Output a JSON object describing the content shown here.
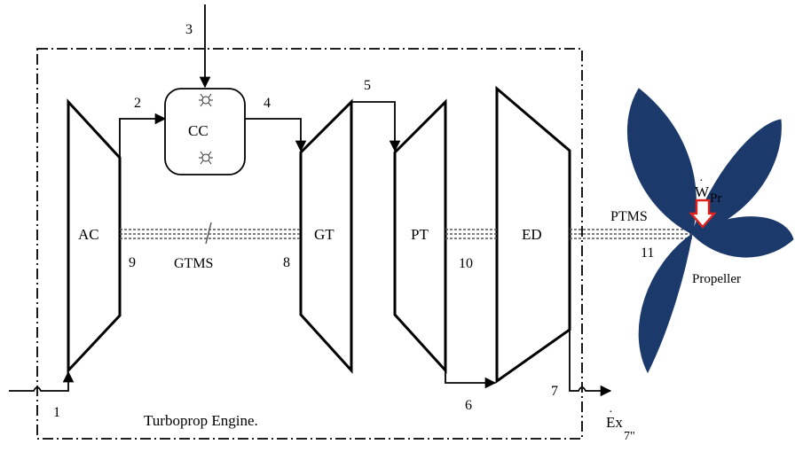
{
  "components": {
    "ac": "AC",
    "cc": "CC",
    "gt": "GT",
    "pt": "PT",
    "ed": "ED"
  },
  "shafts": {
    "gtms": "GTMS",
    "ptms": "PTMS"
  },
  "states": {
    "s1": "1",
    "s2": "2",
    "s3": "3",
    "s4": "4",
    "s5": "5",
    "s6": "6",
    "s7": "7",
    "s8": "8",
    "s9": "9",
    "s10": "10",
    "s11": "11"
  },
  "engine_label": "Turboprop Engine.",
  "propeller_label": "Propeller",
  "power": {
    "symbol": "W",
    "subscript": "Pr"
  },
  "exergy": {
    "symbol": "Ex",
    "subscript": "7\""
  },
  "colors": {
    "propeller_blade": "#1b3a6b",
    "power_arrow": "#e0201c",
    "lines": "#000000"
  }
}
